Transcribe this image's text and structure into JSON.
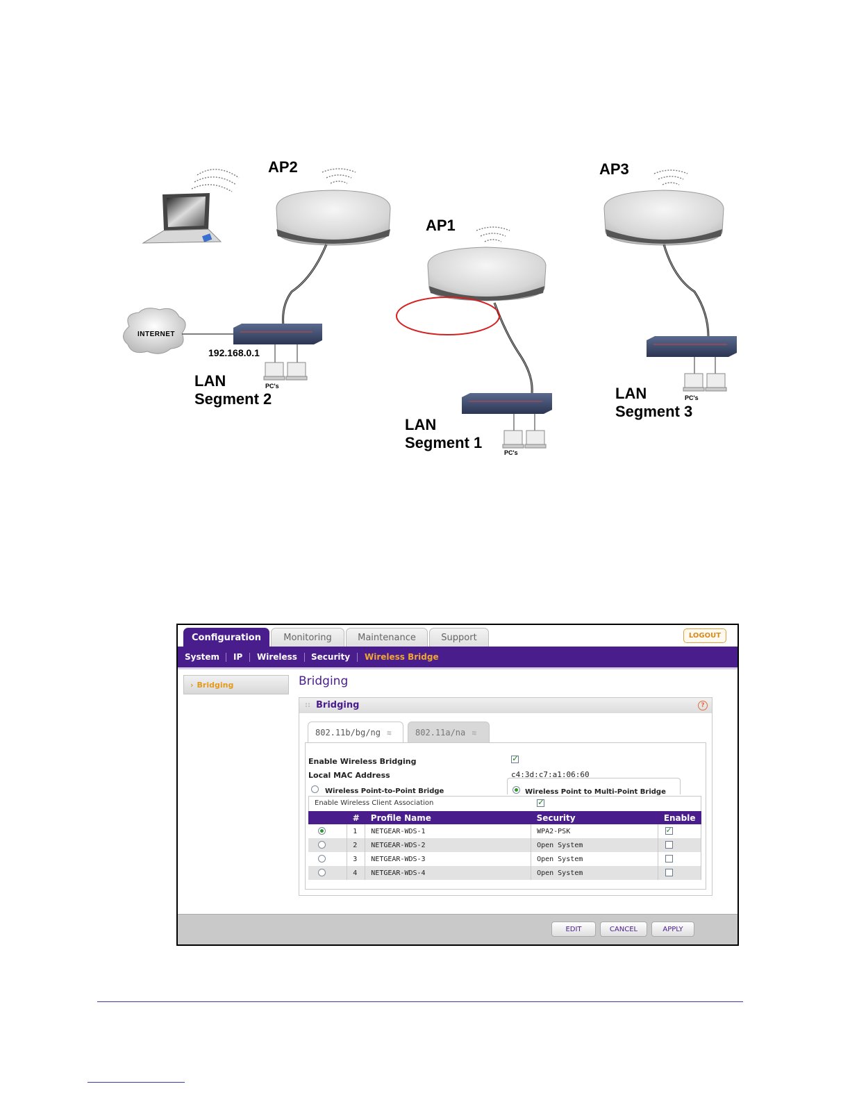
{
  "diagram": {
    "ap2": "AP2",
    "ap1": "AP1",
    "ap3": "AP3",
    "internet": "INTERNET",
    "ip": "192.168.0.1",
    "pcs": "PC's",
    "lan_line1": "LAN",
    "segment2": "Segment 2",
    "segment1": "Segment 1",
    "segment3": "Segment 3"
  },
  "ui": {
    "tabs": [
      "Configuration",
      "Monitoring",
      "Maintenance",
      "Support"
    ],
    "logout": "LOGOUT",
    "subnav": [
      "System",
      "IP",
      "Wireless",
      "Security",
      "Wireless Bridge"
    ],
    "leftnav": "Bridging",
    "page_title": "Bridging",
    "panel_title": "Bridging",
    "radio_tabs": [
      "802.11b/bg/ng",
      "802.11a/na"
    ],
    "enable_bridging_label": "Enable Wireless Bridging",
    "enable_bridging": true,
    "mac_label": "Local MAC Address",
    "mac_value": "c4:3d:c7:a1:06:60",
    "p2p_label": "Wireless Point-to-Point Bridge",
    "p2mp_label": "Wireless Point to Multi-Point Bridge",
    "client_assoc_label": "Enable Wireless Client Association",
    "client_assoc": true,
    "table": {
      "headers": [
        "#",
        "Profile Name",
        "Security",
        "Enable"
      ],
      "rows": [
        {
          "num": "1",
          "name": "NETGEAR-WDS-1",
          "security": "WPA2-PSK",
          "enabled": true,
          "selected": true
        },
        {
          "num": "2",
          "name": "NETGEAR-WDS-2",
          "security": "Open System",
          "enabled": false,
          "selected": false
        },
        {
          "num": "3",
          "name": "NETGEAR-WDS-3",
          "security": "Open System",
          "enabled": false,
          "selected": false
        },
        {
          "num": "4",
          "name": "NETGEAR-WDS-4",
          "security": "Open System",
          "enabled": false,
          "selected": false
        }
      ]
    },
    "buttons": {
      "edit": "EDIT",
      "cancel": "CANCEL",
      "apply": "APPLY"
    },
    "colors": {
      "brand_purple": "#4a1d8c",
      "accent_orange": "#f0a830",
      "check_green": "#1a8a2a"
    }
  }
}
